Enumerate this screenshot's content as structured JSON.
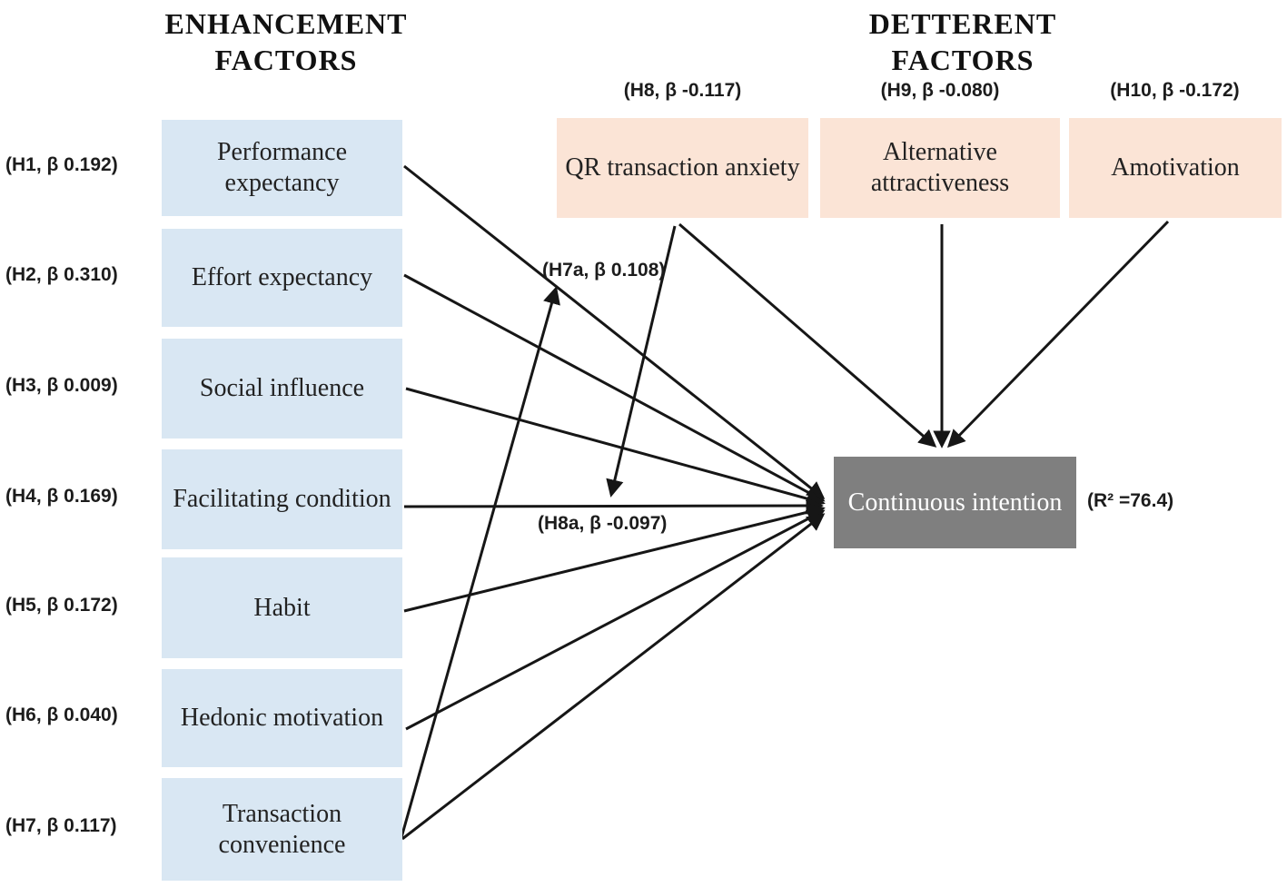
{
  "titles": {
    "left": "ENHANCEMENT FACTORS",
    "right": "DETTERENT FACTORS"
  },
  "enhancement_factors": [
    {
      "hypothesis": "(H1, β 0.192)",
      "label": "Performance expectancy"
    },
    {
      "hypothesis": "(H2, β 0.310)",
      "label": "Effort expectancy"
    },
    {
      "hypothesis": "(H3, β 0.009)",
      "label": "Social influence"
    },
    {
      "hypothesis": "(H4, β 0.169)",
      "label": "Facilitating condition"
    },
    {
      "hypothesis": "(H5, β 0.172)",
      "label": "Habit"
    },
    {
      "hypothesis": "(H6, β 0.040)",
      "label": "Hedonic motivation"
    },
    {
      "hypothesis": "(H7, β 0.117)",
      "label": "Transaction convenience"
    }
  ],
  "deterrent_factors": [
    {
      "hypothesis": "(H8, β -0.117)",
      "label": "QR transaction anxiety"
    },
    {
      "hypothesis": "(H9, β -0.080)",
      "label": "Alternative attractiveness"
    },
    {
      "hypothesis": "(H10, β -0.172)",
      "label": "Amotivation"
    }
  ],
  "moderation_paths": [
    {
      "id": "H7a",
      "label": "(H7a, β 0.108)",
      "from": "Transaction convenience",
      "points_at": "Performance expectancy → Continuous intention path"
    },
    {
      "id": "H8a",
      "label": "(H8a, β -0.097)",
      "from": "QR transaction anxiety",
      "points_at": "Facilitating condition → Continuous intention path"
    }
  ],
  "outcome": {
    "label": "Continuous intention",
    "r_squared": "(R² =76.4)"
  },
  "colors": {
    "enh-box": "#d9e7f3",
    "det-box": "#fbe4d6",
    "out-box": "#7f7f7f",
    "line": "#161616"
  }
}
